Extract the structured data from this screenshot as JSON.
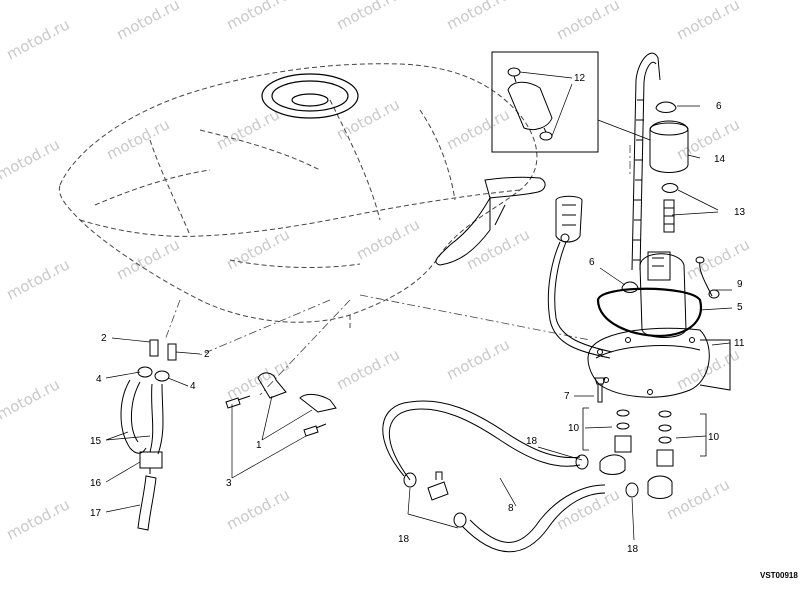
{
  "diagram": {
    "code": "VST00918",
    "watermark": "motod.ru",
    "colors": {
      "line": "#000000",
      "dash": "#444444",
      "watermark": "#c9c9c9"
    }
  },
  "callouts": {
    "c12": "12",
    "c6a": "6",
    "c14": "14",
    "c13": "13",
    "c6b": "6",
    "c9": "9",
    "c5": "5",
    "c11": "11",
    "c7": "7",
    "c10a": "10",
    "c10b": "10",
    "c18a": "18",
    "c18b": "18",
    "c18c": "18",
    "c8": "8",
    "c2a": "2",
    "c2b": "2",
    "c4a": "4",
    "c4b": "4",
    "c15": "15",
    "c16": "16",
    "c17": "17",
    "c1": "1",
    "c3": "3"
  }
}
